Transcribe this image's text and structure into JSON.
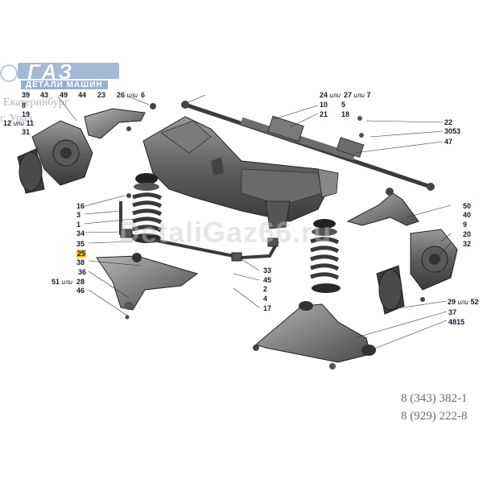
{
  "logo": {
    "brand": "ГАЗ",
    "subtitle": "ДЕТАЛИ МАШИН"
  },
  "city_text": {
    "line1": "Екатеринбург",
    "line2": "г. Урал"
  },
  "watermark": "DetaliGaz66.ru",
  "phones": [
    "8 (343) 382-1",
    "8 (929) 222-8"
  ],
  "highlight_color": "#f0c419",
  "parts": {
    "p39": "39",
    "p43": "43",
    "p49": "49",
    "p44": "44",
    "p23": "23",
    "p26": "26",
    "p6": "6",
    "p8": "8",
    "p19": "19",
    "p12": "12",
    "p11": "11",
    "p31": "31",
    "p24": "24",
    "p27": "27",
    "p7": "7",
    "p10": "10",
    "p5": "5",
    "p21": "21",
    "p18": "18",
    "p22": "22",
    "p3053": "3053",
    "p47": "47",
    "p16": "16",
    "p3": "3",
    "p1": "1",
    "p34": "34",
    "p35": "35",
    "p25": "25",
    "p38": "38",
    "p36": "36",
    "p51": "51",
    "p28": "28",
    "p46": "46",
    "p33": "33",
    "p45": "45",
    "p2": "2",
    "p4": "4",
    "p17": "17",
    "p50": "50",
    "p40": "40",
    "p9": "9",
    "p20": "20",
    "p32": "32",
    "p29": "29",
    "p52": "52",
    "p37": "37",
    "p4815": "4815"
  },
  "or_word": "или"
}
